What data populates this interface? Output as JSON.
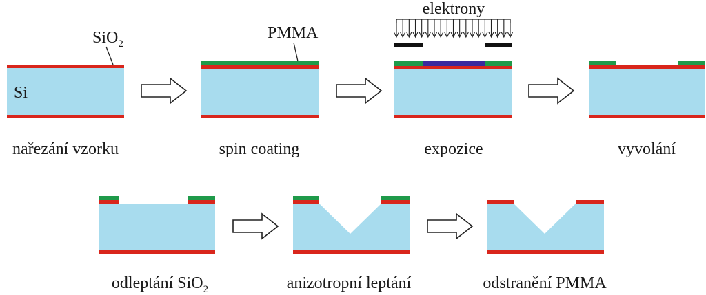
{
  "colors": {
    "silicon": "#a8dcee",
    "oxide": "#d9261c",
    "pmma": "#1f9a4a",
    "exposed": "#3a2a9e",
    "mask": "#111111",
    "arrow_fill": "#ffffff",
    "arrow_stroke": "#222222"
  },
  "labels": {
    "si": "Si",
    "sio2_base": "SiO",
    "sio2_sub": "2",
    "pmma": "PMMA",
    "electrons": "elektrony"
  },
  "steps": [
    {
      "caption": "nařezání vzorku"
    },
    {
      "caption": "spin coating"
    },
    {
      "caption": "expozice"
    },
    {
      "caption": "vyvolání"
    },
    {
      "caption": "odleptání SiO",
      "caption_sub": "2"
    },
    {
      "caption": "anizotropní leptání"
    },
    {
      "caption": "odstranění PMMA"
    }
  ]
}
